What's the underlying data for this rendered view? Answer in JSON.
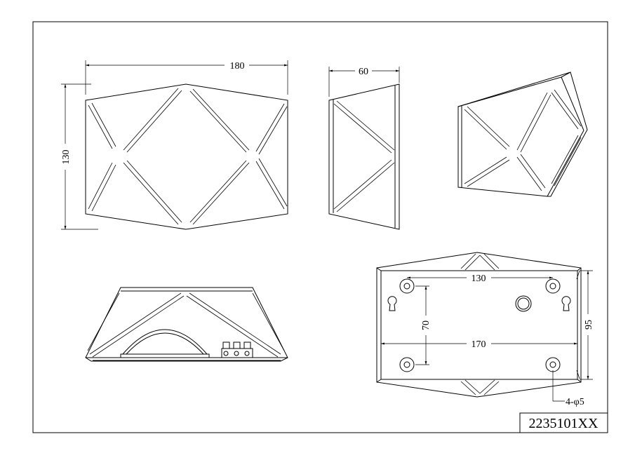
{
  "dimensions": {
    "front_width": "180",
    "front_height": "130",
    "side_depth": "60",
    "hole_spacing_horizontal": "130",
    "hole_spacing_vertical": "70",
    "base_width": "170",
    "base_height": "95",
    "hole_spec": "4-φ5"
  },
  "title_block": {
    "part_number": "2235101XX"
  },
  "colors": {
    "line": "#000000",
    "background": "#ffffff"
  }
}
